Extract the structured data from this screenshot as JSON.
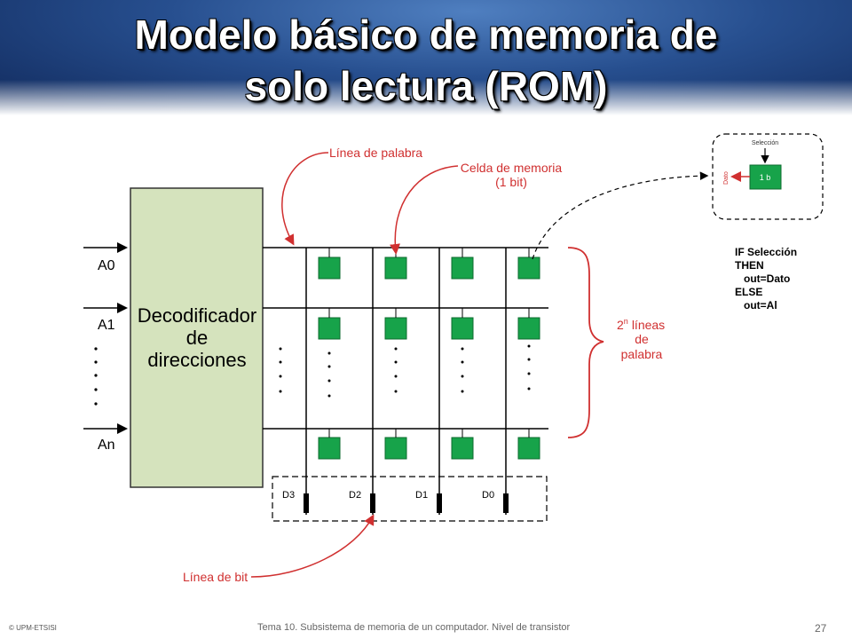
{
  "slide": {
    "title_line1": "Modelo básico de memoria de",
    "title_line2": "solo lectura (ROM)"
  },
  "decoder": {
    "label_line1": "Decodificador",
    "label_line2": "de",
    "label_line3": "direcciones",
    "inputs": [
      "A0",
      "A1",
      "An"
    ]
  },
  "annotations": {
    "word_line": "Línea de palabra",
    "memory_cell_line1": "Celda de memoria",
    "memory_cell_line2": "(1 bit)",
    "lines_power": "2",
    "lines_exp": "n",
    "lines_word1": "líneas",
    "lines_word2": "de",
    "lines_word3": "palabra",
    "bit_line": "Línea de bit"
  },
  "data_outputs": [
    "D3",
    "D2",
    "D1",
    "D0"
  ],
  "cell_detail": {
    "select_label": "Selección",
    "cell_label": "1 b",
    "data_label": "Dato"
  },
  "pseudocode": {
    "l1": "IF Selección",
    "l2": "THEN",
    "l3": "   out=Dato",
    "l4": "ELSE",
    "l5": "   out=Al"
  },
  "footer": {
    "copyright": "© UPM-ETSISI",
    "subtitle": "Tema 10. Subsistema de memoria de un computador. Nivel de transistor",
    "page": "27"
  },
  "colors": {
    "cell_green": "#17a34a",
    "decoder_fill": "#d5e3bd",
    "annotation_red": "#d03030"
  }
}
